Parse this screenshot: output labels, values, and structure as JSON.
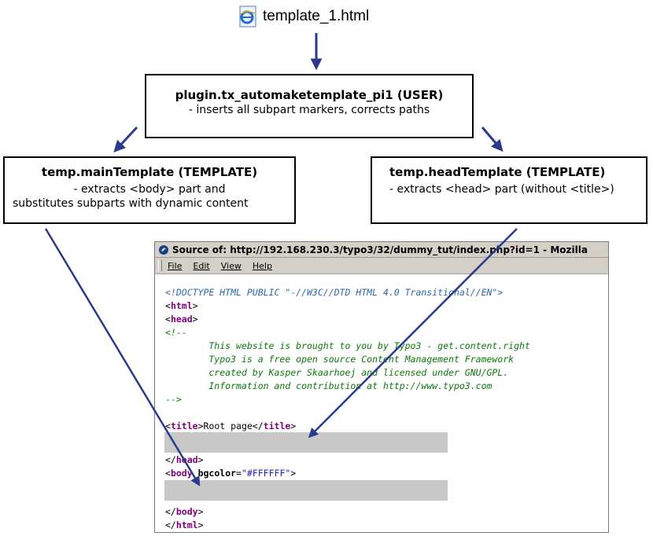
{
  "file_node": {
    "label": "template_1.html",
    "icon": "ie-html-file-icon"
  },
  "plugin_box": {
    "title": "plugin.tx_automaketemplate_pi1 (USER)",
    "desc": "- inserts all subpart markers, corrects paths"
  },
  "main_box": {
    "title": "temp.mainTemplate (TEMPLATE)",
    "desc1": "- extracts <body> part and",
    "desc2": "substitutes subparts with dynamic content"
  },
  "head_box": {
    "title": "temp.headTemplate (TEMPLATE)",
    "desc": "- extracts <head> part (without <title>)"
  },
  "browser": {
    "title": "Source of: http://192.168.230.3/typo3/32/dummy_tut/index.php?id=1 - Mozilla",
    "menu": [
      "File",
      "Edit",
      "View",
      "Help"
    ],
    "source": {
      "doctype": "<!DOCTYPE HTML PUBLIC \"-//W3C//DTD HTML 4.0 Transitional//EN\">",
      "html_tag": "html",
      "head_tag": "head",
      "comment_open": "<!--",
      "comment_lines": [
        "        This website is brought to you by Typo3 - get.content.right",
        "        Typo3 is a free open source Content Management Framework",
        "        created by Kasper Skaarhoej and licensed under GNU/GPL.",
        "        Information and contribution at http://www.typo3.com"
      ],
      "comment_close": "-->",
      "title_tag": "title",
      "title_text": "Root page",
      "head_close": "head",
      "body_tag": "body",
      "body_attr": "bgcolor",
      "body_attr_value": "\"#FFFFFF\"",
      "body_close": "body",
      "html_close": "html"
    }
  },
  "colors": {
    "arrow": "#2b3a8f",
    "tag": "#800080",
    "comment": "#0a7a0a",
    "doctype": "#2a6ab0",
    "highlight": "#c8c8c8"
  }
}
